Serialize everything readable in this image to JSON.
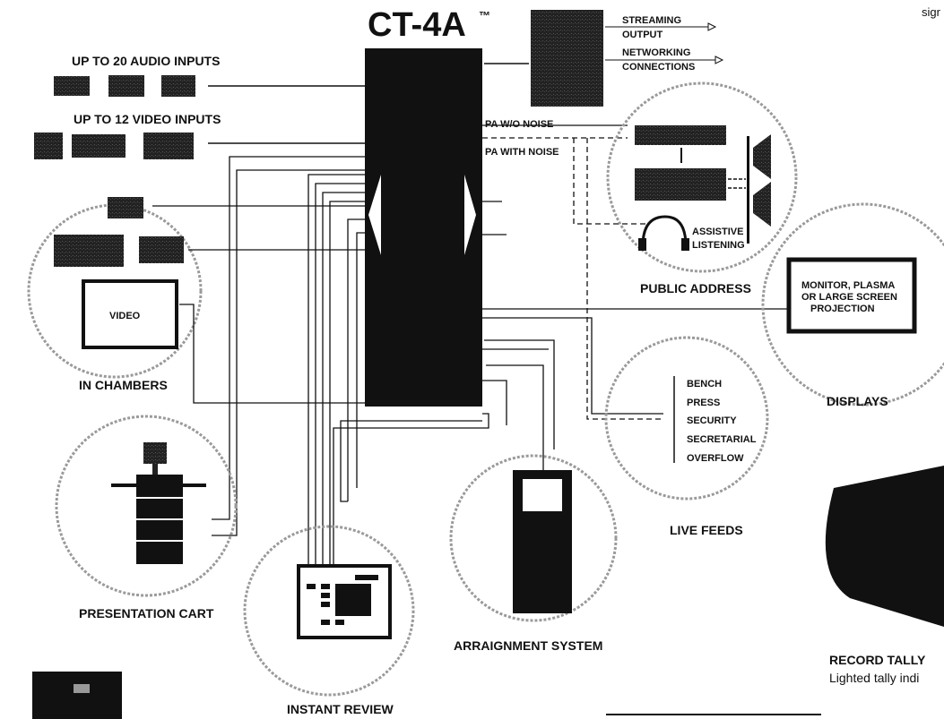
{
  "title": "CT-4A",
  "title_tm": "™",
  "corner_text": "sigr",
  "outputs": {
    "streaming": "STREAMING",
    "output": "OUTPUT",
    "networking": "NETWORKING",
    "connections": "CONNECTIONS"
  },
  "inputs": {
    "audio": "UP TO 20 AUDIO INPUTS",
    "video": "UP TO 12 VIDEO INPUTS"
  },
  "pa": {
    "without_noise": "PA W/O NOISE",
    "with_noise": "PA WITH NOISE",
    "assistive_1": "ASSISTIVE",
    "assistive_2": "LISTENING",
    "label": "PUBLIC ADDRESS"
  },
  "chambers": {
    "video": "VIDEO",
    "label": "IN CHAMBERS"
  },
  "displays": {
    "line1": "MONITOR, PLASMA",
    "line2": "OR LARGE SCREEN",
    "line3": "PROJECTION",
    "label": "DISPLAYS"
  },
  "live_feeds": {
    "items": [
      "BENCH",
      "PRESS",
      "SECURITY",
      "SECRETARIAL",
      "OVERFLOW"
    ],
    "label": "LIVE FEEDS"
  },
  "labels": {
    "presentation_cart": "PRESENTATION CART",
    "instant_review": "INSTANT REVIEW",
    "arraignment": "ARRAIGNMENT SYSTEM",
    "record_tally": "RECORD TALLY",
    "record_tally_sub": "Lighted tally indi"
  },
  "colors": {
    "ink": "#111111",
    "device": "#1a1a1a",
    "circle": "#9a9a9a"
  }
}
